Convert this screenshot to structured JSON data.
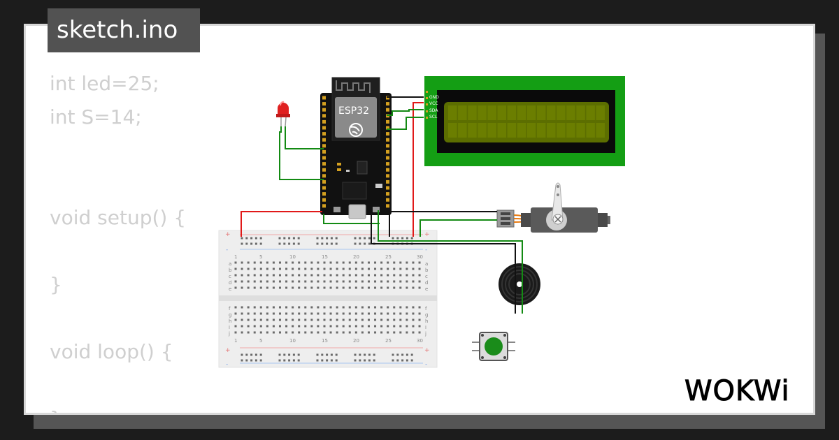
{
  "file_tab": {
    "label": "sketch.ino"
  },
  "code": {
    "lines": [
      "int led=25;",
      "int S=14;",
      "",
      "",
      "void setup() {",
      "",
      "}",
      "",
      "void loop() {",
      "",
      "}"
    ]
  },
  "esp32": {
    "label": "ESP32"
  },
  "lcd": {
    "pin_labels": [
      "GND",
      "VCC",
      "SDA",
      "SCL"
    ]
  },
  "breadboard": {
    "column_numbers": [
      "1",
      "5",
      "10",
      "15",
      "20",
      "25",
      "30"
    ],
    "top_row_letters": [
      "a",
      "b",
      "c",
      "d",
      "e"
    ],
    "bottom_row_letters": [
      "f",
      "g",
      "h",
      "i",
      "j"
    ],
    "rail_marks": [
      "+",
      "-"
    ]
  },
  "logo": {
    "text": "WOKWi"
  },
  "colors": {
    "wire_red": "#e11919",
    "wire_green": "#138a13",
    "wire_black": "#111111",
    "lcd_green": "#149e14",
    "lcd_screen": "#5c6e00",
    "button_cap": "#1a8c1a"
  }
}
